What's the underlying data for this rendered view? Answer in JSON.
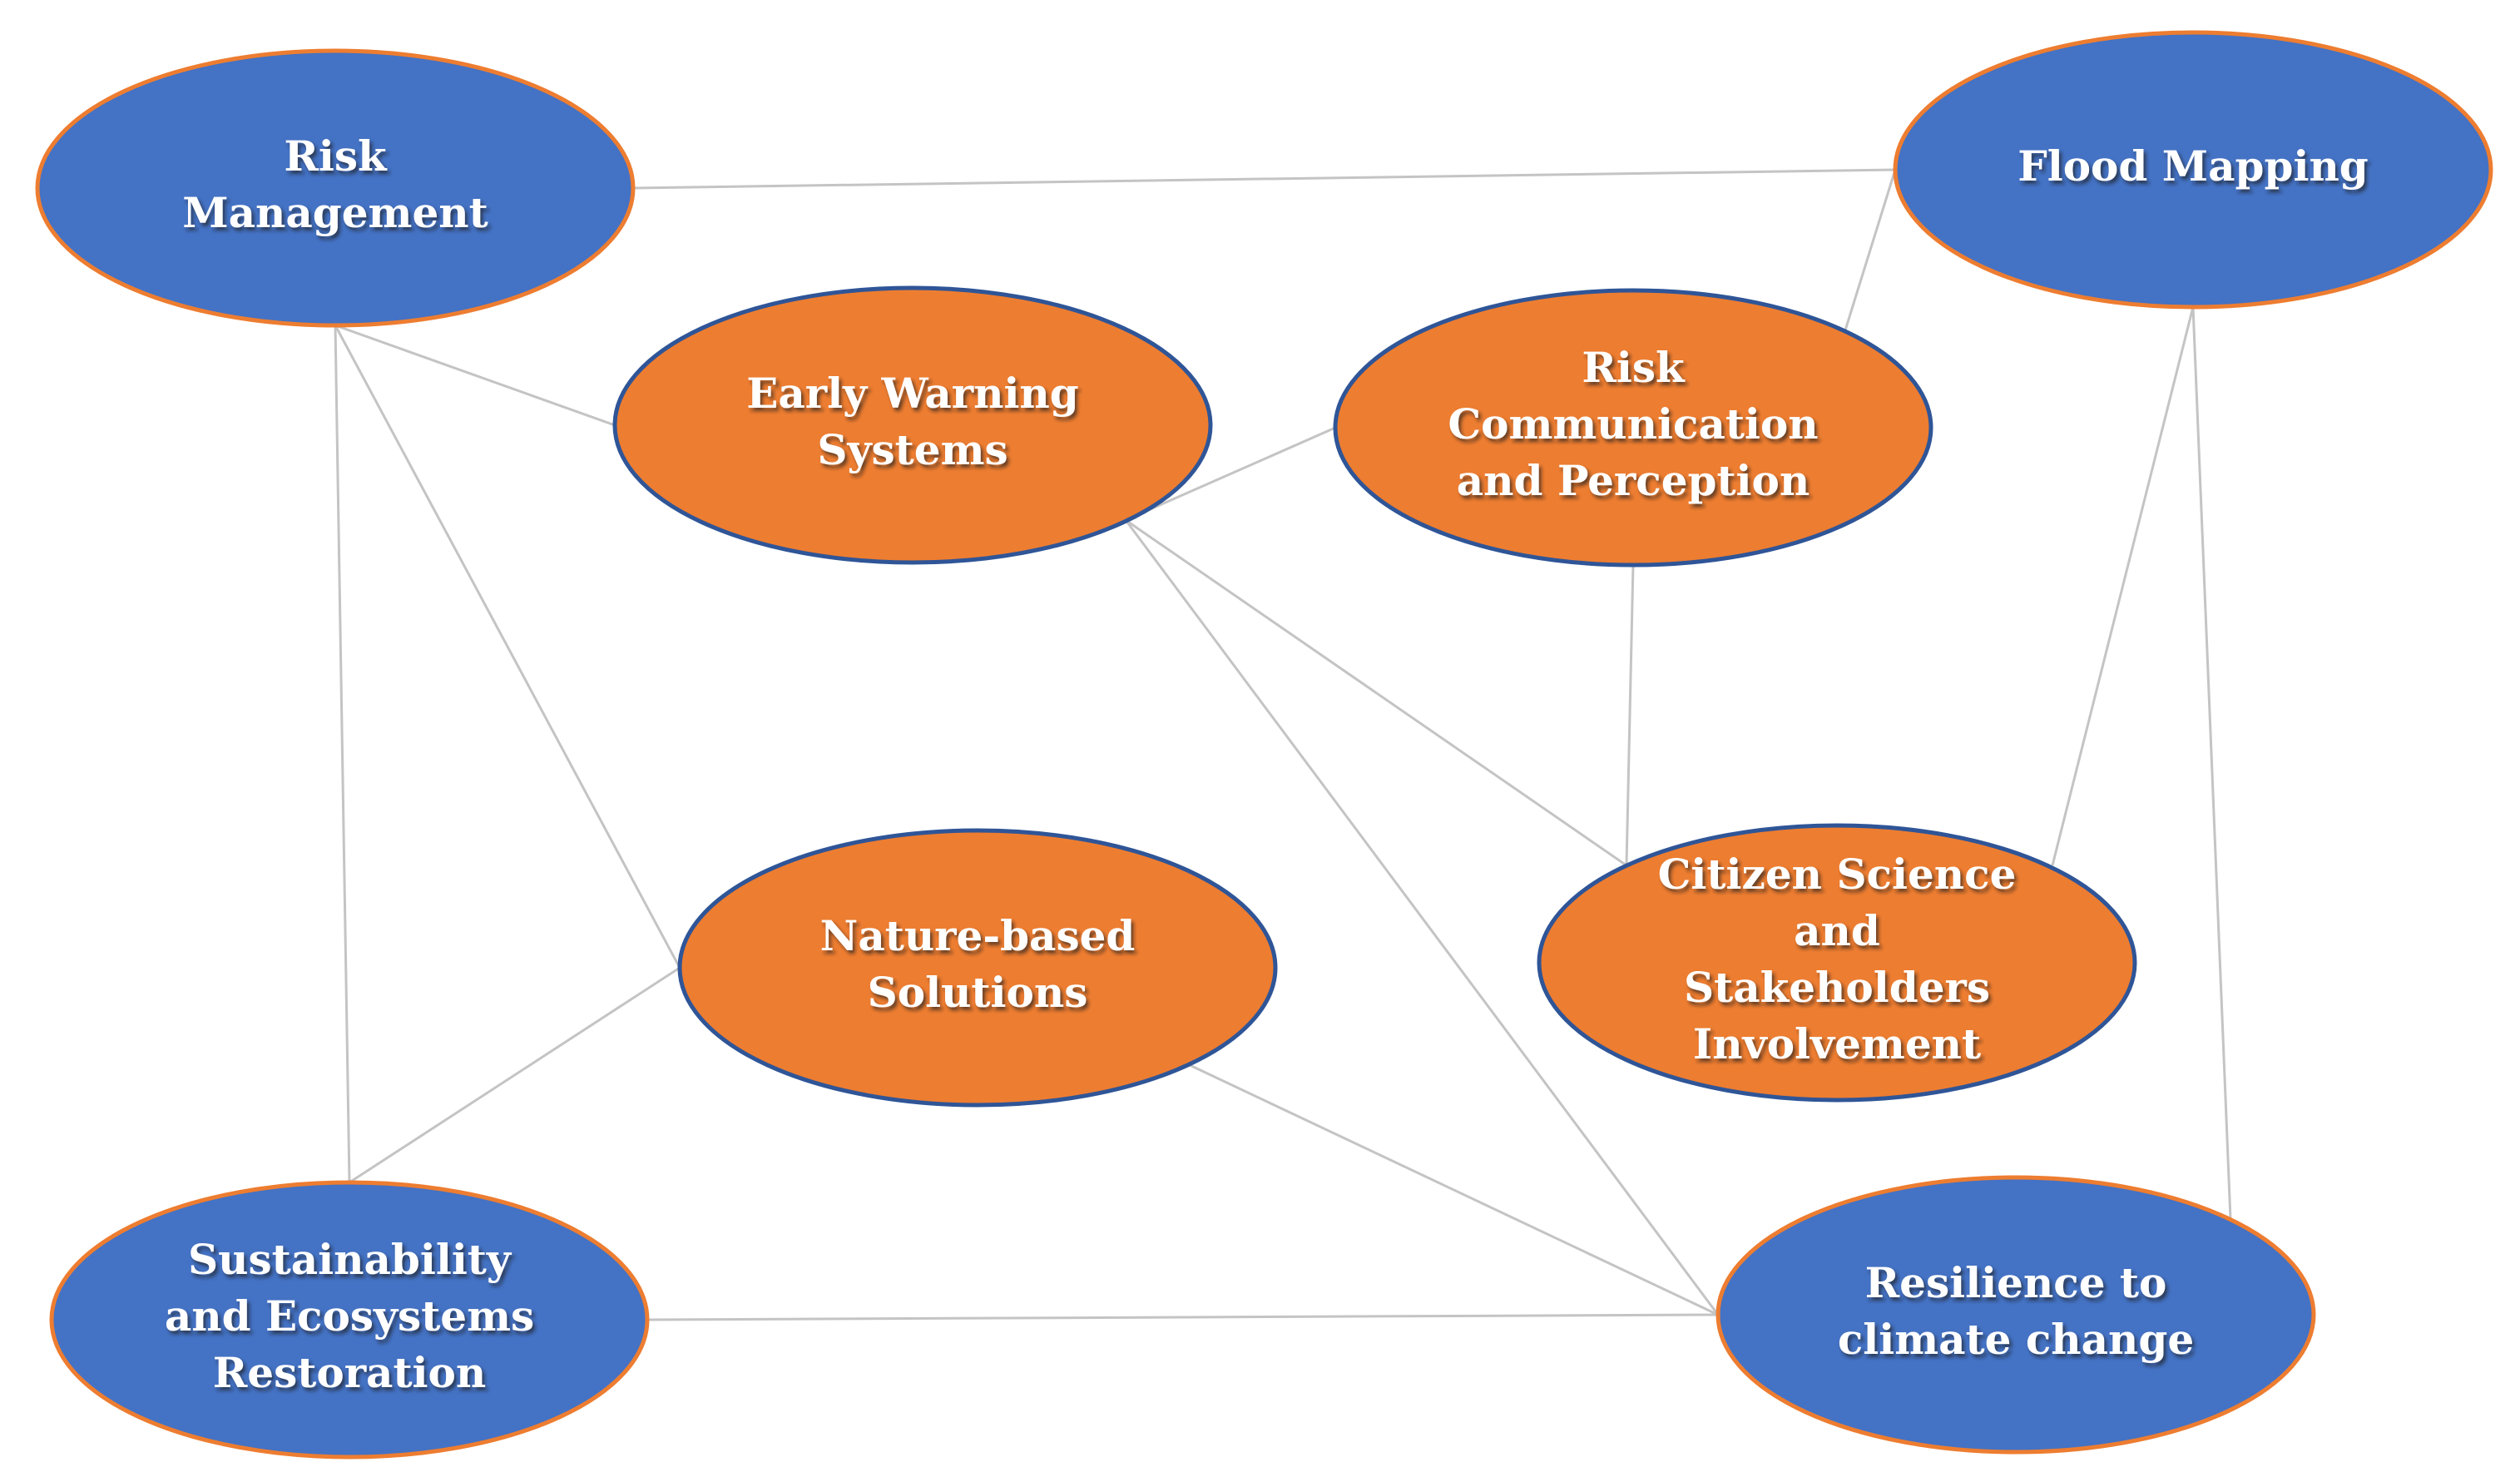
{
  "colors": {
    "blue_fill": "#4472c4",
    "blue_stroke": "#ed7d31",
    "orange_fill": "#ed7d31",
    "orange_stroke": "#2f5597",
    "edge": "#c4c4c4",
    "label": "#ffffff"
  },
  "nodes": [
    {
      "id": "risk-management",
      "kind": "blue",
      "lines": [
        "Risk",
        "Management"
      ]
    },
    {
      "id": "flood-mapping",
      "kind": "blue",
      "lines": [
        "Flood Mapping"
      ]
    },
    {
      "id": "early-warning-systems",
      "kind": "orange",
      "lines": [
        "Early Warning",
        "Systems"
      ]
    },
    {
      "id": "risk-communication",
      "kind": "orange",
      "lines": [
        "Risk",
        "Communication",
        "and Perception"
      ]
    },
    {
      "id": "nature-based-solutions",
      "kind": "orange",
      "lines": [
        "Nature-based",
        "Solutions"
      ]
    },
    {
      "id": "citizen-science",
      "kind": "orange",
      "lines": [
        "Citizen Science",
        "and",
        "Stakeholders",
        "Involvement"
      ]
    },
    {
      "id": "sustainability",
      "kind": "blue",
      "lines": [
        "Sustainability",
        "and Ecosystems",
        "Restoration"
      ]
    },
    {
      "id": "resilience",
      "kind": "blue",
      "lines": [
        "Resilience to",
        "climate change"
      ]
    }
  ],
  "edges": [
    [
      "risk-management",
      "flood-mapping"
    ],
    [
      "risk-management",
      "early-warning-systems"
    ],
    [
      "risk-management",
      "nature-based-solutions"
    ],
    [
      "risk-management",
      "sustainability"
    ],
    [
      "flood-mapping",
      "risk-communication"
    ],
    [
      "flood-mapping",
      "citizen-science"
    ],
    [
      "flood-mapping",
      "resilience"
    ],
    [
      "early-warning-systems",
      "risk-communication"
    ],
    [
      "early-warning-systems",
      "citizen-science"
    ],
    [
      "early-warning-systems",
      "resilience"
    ],
    [
      "risk-communication",
      "citizen-science"
    ],
    [
      "nature-based-solutions",
      "sustainability"
    ],
    [
      "nature-based-solutions",
      "resilience"
    ],
    [
      "sustainability",
      "resilience"
    ]
  ]
}
